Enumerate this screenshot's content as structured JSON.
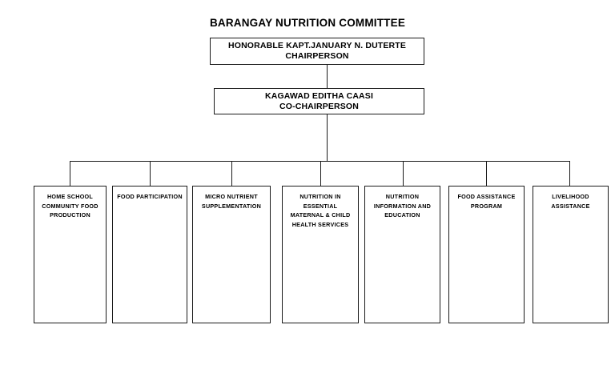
{
  "chart_data": {
    "type": "diagram",
    "diagram_kind": "organizational-chart",
    "title": "BARANGAY NUTRITION COMMITTEE",
    "orientation": "top-down",
    "levels": [
      {
        "level": 1,
        "nodes": [
          {
            "id": "chairperson",
            "name": "HONORABLE KAPT.JANUARY N. DUTERTE",
            "role": "CHAIRPERSON"
          }
        ]
      },
      {
        "level": 2,
        "nodes": [
          {
            "id": "co-chairperson",
            "name": "KAGAWAD EDITHA CAASI",
            "role": "CO-CHAIRPERSON"
          }
        ]
      },
      {
        "level": 3,
        "nodes": [
          {
            "id": "unit-0",
            "label": "HOME SCHOOL\nCOMMUNITY FOOD\nPRODUCTION"
          },
          {
            "id": "unit-1",
            "label": "FOOD PARTICIPATION"
          },
          {
            "id": "unit-2",
            "label": "MICRO NUTRIENT\nSUPPLEMENTATION"
          },
          {
            "id": "unit-3",
            "label": "NUTRITION IN\nESSENTIAL\nMATERNAL & CHILD\nHEALTH SERVICES"
          },
          {
            "id": "unit-4",
            "label": "NUTRITION\nINFORMATION AND\nEDUCATION"
          },
          {
            "id": "unit-5",
            "label": "FOOD ASSISTANCE\nPROGRAM"
          },
          {
            "id": "unit-6",
            "label": "LIVELIHOOD\nASSISTANCE"
          }
        ]
      }
    ],
    "edges": [
      {
        "from": "chairperson",
        "to": "co-chairperson"
      },
      {
        "from": "co-chairperson",
        "to": "unit-0"
      },
      {
        "from": "co-chairperson",
        "to": "unit-1"
      },
      {
        "from": "co-chairperson",
        "to": "unit-2"
      },
      {
        "from": "co-chairperson",
        "to": "unit-3"
      },
      {
        "from": "co-chairperson",
        "to": "unit-4"
      },
      {
        "from": "co-chairperson",
        "to": "unit-5"
      },
      {
        "from": "co-chairperson",
        "to": "unit-6"
      }
    ],
    "colors": {
      "background": "#ffffff",
      "box_border": "#1a1a1a",
      "text": "#000000",
      "connector": "#1a1a1a"
    }
  },
  "boxes": {
    "chairperson": "HONORABLE KAPT.JANUARY N. DUTERTE\nCHAIRPERSON",
    "co_chairperson": "KAGAWAD EDITHA CAASI\nCO-CHAIRPERSON",
    "units": [
      "HOME SCHOOL\nCOMMUNITY FOOD\nPRODUCTION",
      "FOOD PARTICIPATION",
      "MICRO NUTRIENT\nSUPPLEMENTATION",
      "NUTRITION IN\nESSENTIAL\nMATERNAL & CHILD\nHEALTH SERVICES",
      "NUTRITION\nINFORMATION AND\nEDUCATION",
      "FOOD ASSISTANCE\nPROGRAM",
      "LIVELIHOOD\nASSISTANCE"
    ]
  },
  "title": "BARANGAY NUTRITION COMMITTEE"
}
